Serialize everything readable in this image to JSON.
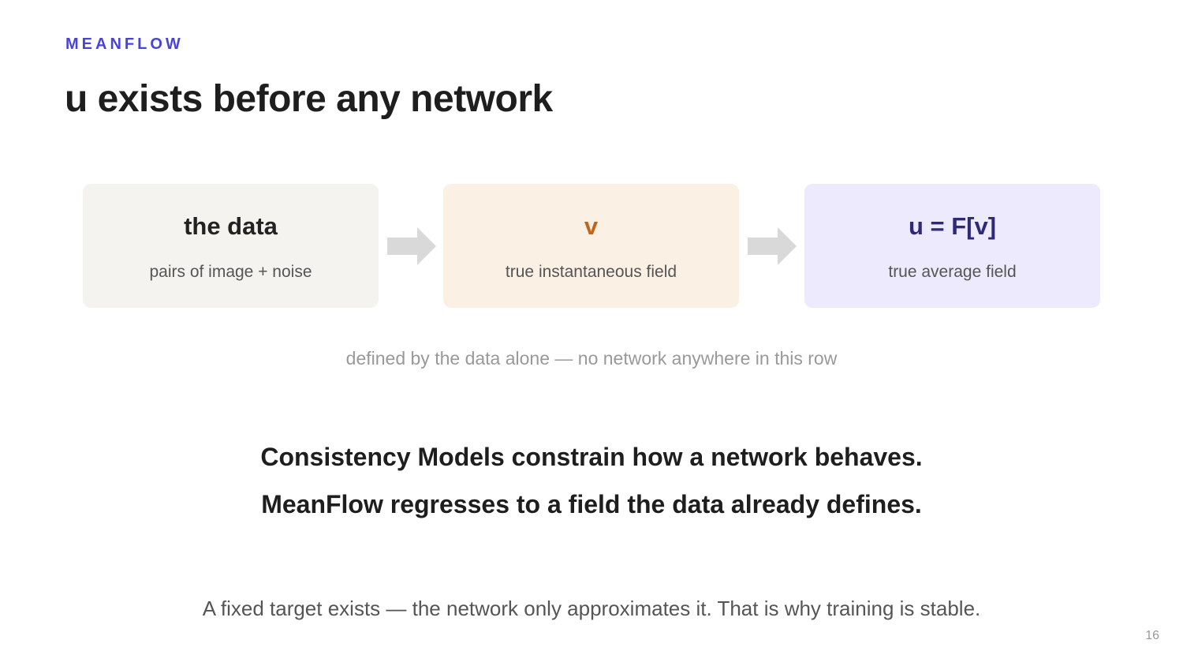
{
  "header": {
    "eyebrow": "MEANFLOW",
    "title": "u exists before any network"
  },
  "flow": {
    "boxes": [
      {
        "title": "the data",
        "subtitle": "pairs of image + noise"
      },
      {
        "title": "v",
        "subtitle": "true instantaneous field"
      },
      {
        "title": "u = F[v]",
        "subtitle": "true average field"
      }
    ],
    "caption": "defined by the data alone — no network anywhere in this row"
  },
  "statements": [
    "Consistency Models constrain how a network behaves.",
    "MeanFlow regresses to a field the data already defines."
  ],
  "footnote": "A fixed target exists — the network only approximates it. That is why training is stable.",
  "page_number": "16",
  "colors": {
    "accent": "#4a44d4",
    "v_title": "#c0651a",
    "u_title": "#2e2a78",
    "box_data_bg": "#f4f3f0",
    "box_v_bg": "#fbf0e4",
    "box_u_bg": "#eceafc",
    "arrow": "#d9d9d9"
  },
  "icons": [
    "arrow-right-icon"
  ]
}
